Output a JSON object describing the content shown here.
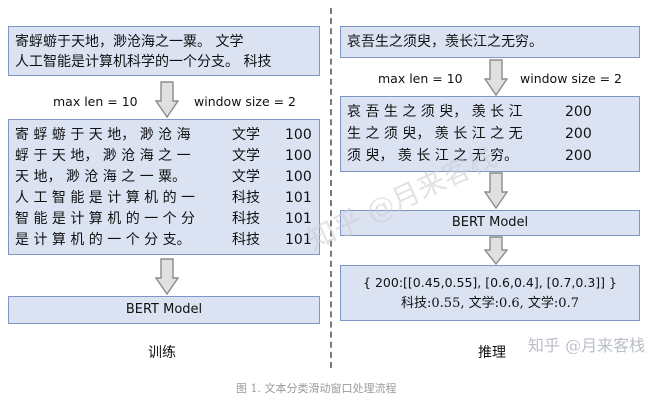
{
  "training": {
    "input_lines": [
      "寄蜉蝣于天地，渺沧海之一粟。 文学",
      "人工智能是计算机科学的一个分支。 科技"
    ],
    "params_left": "max len = 10",
    "params_right": "window size = 2",
    "windows": [
      {
        "text": "寄 蜉 蝣 于 天 地， 渺 沧 海",
        "label": "文学",
        "id": "100"
      },
      {
        "text": "蜉 于 天 地， 渺 沧 海 之 一",
        "label": "文学",
        "id": "100"
      },
      {
        "text": "天 地， 渺 沧 海 之 一 粟。",
        "label": "文学",
        "id": "100"
      },
      {
        "text": "人 工 智 能 是 计 算 机 的 一",
        "label": "科技",
        "id": "101"
      },
      {
        "text": "智 能 是 计 算 机 的 一 个 分",
        "label": "科技",
        "id": "101"
      },
      {
        "text": "是 计 算 机 的 一 个 分 支。",
        "label": "科技",
        "id": "101"
      }
    ],
    "model_label": "BERT Model",
    "section_title": "训练"
  },
  "inference": {
    "input_line": "哀吾生之须臾，羡长江之无穷。",
    "params_left": "max len = 10",
    "params_right": "window size = 2",
    "windows": [
      {
        "text": "哀 吾 生 之 须 臾， 羡 长 江",
        "id": "200"
      },
      {
        "text": "生 之 须 臾， 羡 长 江 之 无",
        "id": "200"
      },
      {
        "text": "须 臾， 羡 长 江 之 无 穷。",
        "id": "200"
      }
    ],
    "model_label": "BERT Model",
    "result_line1": "{ 200:[[0.45,0.55], [0.6,0.4], [0.7,0.3]] }",
    "result_line2": "科技:0.55, 文学:0.6, 文学:0.7",
    "section_title": "推理"
  },
  "watermark": "知乎 @月来客栈",
  "caption": "图 1. 文本分类滑动窗口处理流程",
  "colors": {
    "box_fill": "#dbe3f3",
    "box_border": "#7f95c4",
    "arrow_fill": "#e0e0e0",
    "arrow_stroke": "#8c8c8c"
  }
}
